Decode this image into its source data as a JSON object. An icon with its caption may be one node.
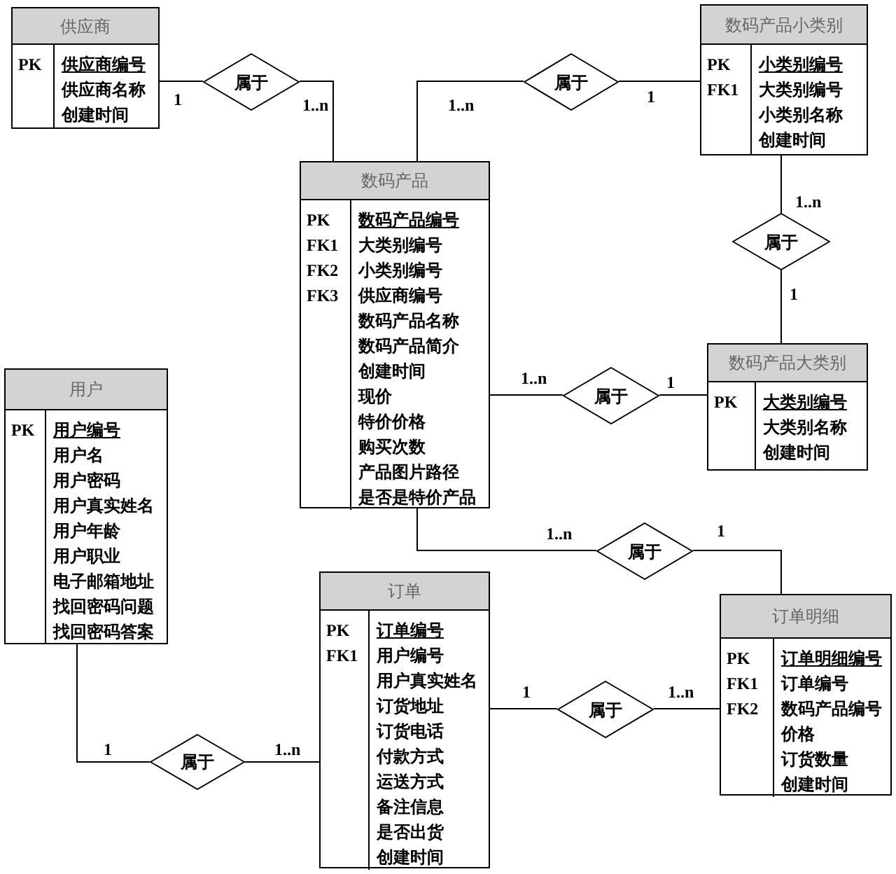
{
  "diagram": {
    "nodes": [
      {
        "text": [
          "供应商"
        ]
      },
      {
        "text": [
          "PK"
        ],
        "in": 0
      },
      {
        "text": [
          "供应商编号",
          "供应商名称",
          "创建时间"
        ],
        "in": 0
      },
      {
        "text": [
          "属于"
        ]
      },
      {
        "text": [
          "数码产品小类别"
        ]
      },
      {
        "text": [
          "PK",
          "FK1"
        ],
        "in": 4
      },
      {
        "text": [
          "小类别编号",
          "大类别编号",
          "小类别名称",
          "创建时间"
        ],
        "in": 4
      },
      {
        "text": [
          "属于"
        ]
      },
      {
        "text": [
          "数码产品"
        ]
      },
      {
        "text": [
          "PK",
          "FK1",
          "FK2",
          "FK3"
        ],
        "in": 8
      },
      {
        "text": [
          "数码产品编号",
          "大类别编号",
          "小类别编号",
          "供应商编号",
          "数码产品名称",
          "数码产品简介",
          "创建时间",
          "现价",
          "特价价格",
          "购买次数",
          "产品图片路径",
          "是否是特价产品"
        ],
        "in": 8
      },
      {
        "text": [
          "属于"
        ]
      },
      {
        "text": [
          "数码产品大类别"
        ]
      },
      {
        "text": [
          "PK"
        ],
        "in": 12
      },
      {
        "text": [
          "大类别编号",
          "大类别名称",
          "创建时间"
        ],
        "in": 12
      },
      {
        "text": [
          "属于"
        ]
      },
      {
        "text": [
          "用户"
        ]
      },
      {
        "text": [
          "PK"
        ],
        "in": 16
      },
      {
        "text": [
          "用户编号",
          "用户名",
          "用户密码",
          "用户真实姓名",
          "用户年龄",
          "用户职业",
          "电子邮箱地址",
          "找回密码问题",
          "找回密码答案"
        ],
        "in": 16
      },
      {
        "text": [
          "属于"
        ]
      },
      {
        "text": [
          "订单"
        ]
      },
      {
        "text": [
          "PK",
          "FK1"
        ],
        "in": 20
      },
      {
        "text": [
          "订单编号",
          "用户编号",
          "用户真实姓名",
          "订货地址",
          "订货电话",
          "付款方式",
          "运送方式",
          "备注信息",
          "是否出货",
          "创建时间"
        ],
        "in": 20
      },
      {
        "text": [
          "属于"
        ]
      },
      {
        "text": [
          "订单明细"
        ]
      },
      {
        "text": [
          "PK",
          "FK1",
          "FK2"
        ],
        "in": 24
      },
      {
        "text": [
          "订单明细编号",
          "订单编号",
          "数码产品编号",
          "价格",
          "订货数量",
          "创建时间"
        ],
        "in": 24
      },
      {
        "text": [
          "属于"
        ]
      }
    ],
    "edges": [
      {
        "from": 0,
        "to": 3,
        "arrow": "none",
        "label": "1"
      },
      {
        "from": 3,
        "to": 8,
        "arrow": "none",
        "label": "1..n"
      },
      {
        "from": 8,
        "to": 7,
        "arrow": "none",
        "label": "1..n"
      },
      {
        "from": 7,
        "to": 4,
        "arrow": "none",
        "label": "1"
      },
      {
        "from": 4,
        "to": 11,
        "arrow": "none",
        "label": "1..n"
      },
      {
        "from": 11,
        "to": 12,
        "arrow": "none",
        "label": "1"
      },
      {
        "from": 8,
        "to": 15,
        "arrow": "none",
        "label": "1..n"
      },
      {
        "from": 15,
        "to": 12,
        "arrow": "none",
        "label": "1"
      },
      {
        "from": 8,
        "to": 19,
        "arrow": "none",
        "label": "1..n"
      },
      {
        "from": 19,
        "to": 24,
        "arrow": "none",
        "label": "1"
      },
      {
        "from": 20,
        "to": 23,
        "arrow": "none",
        "label": "1"
      },
      {
        "from": 23,
        "to": 24,
        "arrow": "none",
        "label": "1..n"
      },
      {
        "from": 16,
        "to": 27,
        "arrow": "none",
        "label": "1"
      },
      {
        "from": 27,
        "to": 20,
        "arrow": "none",
        "label": "1..n"
      }
    ]
  }
}
